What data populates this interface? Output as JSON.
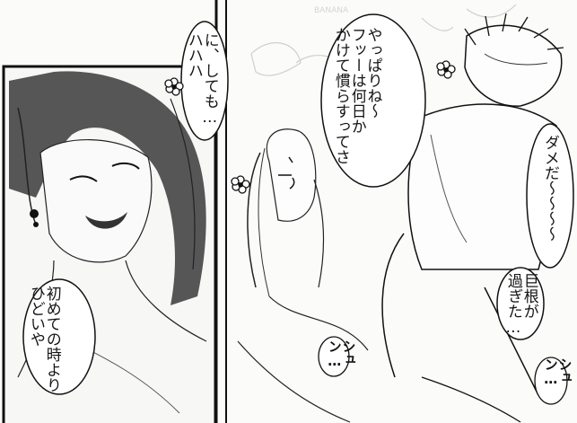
{
  "left_panel": {
    "dialogue_top": "に、しても…\nハハハ",
    "dialogue_bottom": "初めての時より\nひどいや"
  },
  "right_panel": {
    "dialogue_center": "やっぱりね～\nフッーは何日か\nかけて慣らすってさ",
    "dialogue_right_top": "ダメだ～～～～",
    "dialogue_right_mid": "巨根が\n過ぎた…",
    "sfx_center": "シュン…",
    "sfx_right": "シュン…"
  },
  "background": {
    "watermark_text": "BANANA"
  }
}
